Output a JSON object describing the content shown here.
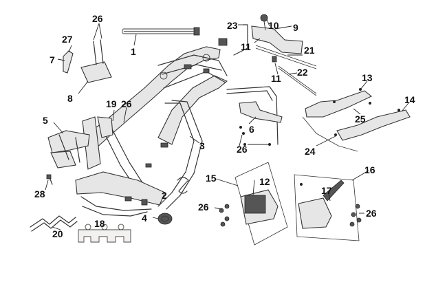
{
  "diagram": {
    "parts": [
      {
        "id": "1",
        "label": "1"
      },
      {
        "id": "2",
        "label": "2"
      },
      {
        "id": "3",
        "label": "3"
      },
      {
        "id": "4",
        "label": "4"
      },
      {
        "id": "5",
        "label": "5"
      },
      {
        "id": "6",
        "label": "6"
      },
      {
        "id": "7",
        "label": "7"
      },
      {
        "id": "8",
        "label": "8"
      },
      {
        "id": "9",
        "label": "9"
      },
      {
        "id": "10",
        "label": "10"
      },
      {
        "id": "11a",
        "label": "11"
      },
      {
        "id": "11b",
        "label": "11"
      },
      {
        "id": "12",
        "label": "12"
      },
      {
        "id": "13",
        "label": "13"
      },
      {
        "id": "14",
        "label": "14"
      },
      {
        "id": "15",
        "label": "15"
      },
      {
        "id": "16",
        "label": "16"
      },
      {
        "id": "17",
        "label": "17"
      },
      {
        "id": "18",
        "label": "18"
      },
      {
        "id": "19",
        "label": "19"
      },
      {
        "id": "20",
        "label": "20"
      },
      {
        "id": "21",
        "label": "21"
      },
      {
        "id": "22",
        "label": "22"
      },
      {
        "id": "23",
        "label": "23"
      },
      {
        "id": "24",
        "label": "24"
      },
      {
        "id": "25",
        "label": "25"
      },
      {
        "id": "26a",
        "label": "26"
      },
      {
        "id": "26b",
        "label": "26"
      },
      {
        "id": "26c",
        "label": "26"
      },
      {
        "id": "26d",
        "label": "26"
      },
      {
        "id": "26e",
        "label": "26"
      },
      {
        "id": "27",
        "label": "27"
      },
      {
        "id": "28",
        "label": "28"
      }
    ]
  }
}
